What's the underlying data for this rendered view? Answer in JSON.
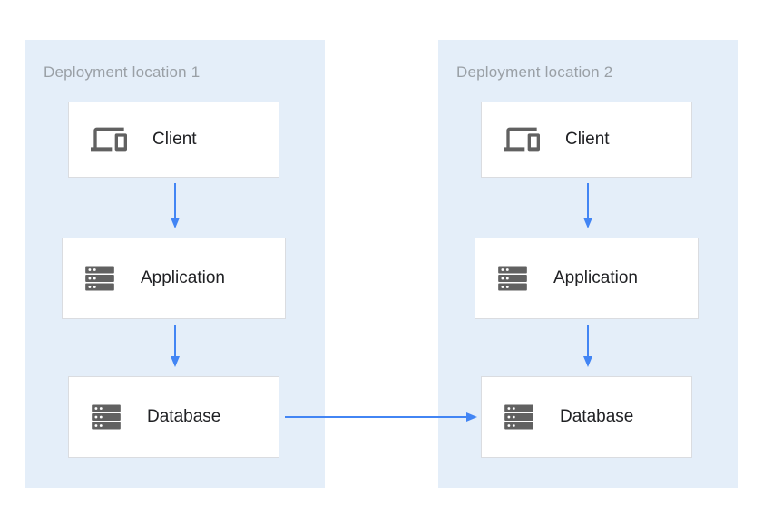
{
  "colors": {
    "region-bg": "#E4EEF9",
    "arrow": "#4285F4",
    "icon": "#616161",
    "region-title": "#9AA0A6",
    "node-border": "#DADCE0",
    "node-bg": "#FFFFFF",
    "label": "#202124",
    "canvas-bg": "#FFFFFF"
  },
  "diagram": {
    "locations": [
      {
        "title": "Deployment location 1",
        "nodes": [
          {
            "id": "client",
            "label": "Client",
            "icon": "devices-icon"
          },
          {
            "id": "application",
            "label": "Application",
            "icon": "server-stack-icon"
          },
          {
            "id": "database",
            "label": "Database",
            "icon": "server-stack-icon"
          }
        ]
      },
      {
        "title": "Deployment location 2",
        "nodes": [
          {
            "id": "client",
            "label": "Client",
            "icon": "devices-icon"
          },
          {
            "id": "application",
            "label": "Application",
            "icon": "server-stack-icon"
          },
          {
            "id": "database",
            "label": "Database",
            "icon": "server-stack-icon"
          }
        ]
      }
    ],
    "edges": [
      {
        "from": "location1.client",
        "to": "location1.application"
      },
      {
        "from": "location1.application",
        "to": "location1.database"
      },
      {
        "from": "location2.client",
        "to": "location2.application"
      },
      {
        "from": "location2.application",
        "to": "location2.database"
      },
      {
        "from": "location1.database",
        "to": "location2.database"
      }
    ]
  }
}
